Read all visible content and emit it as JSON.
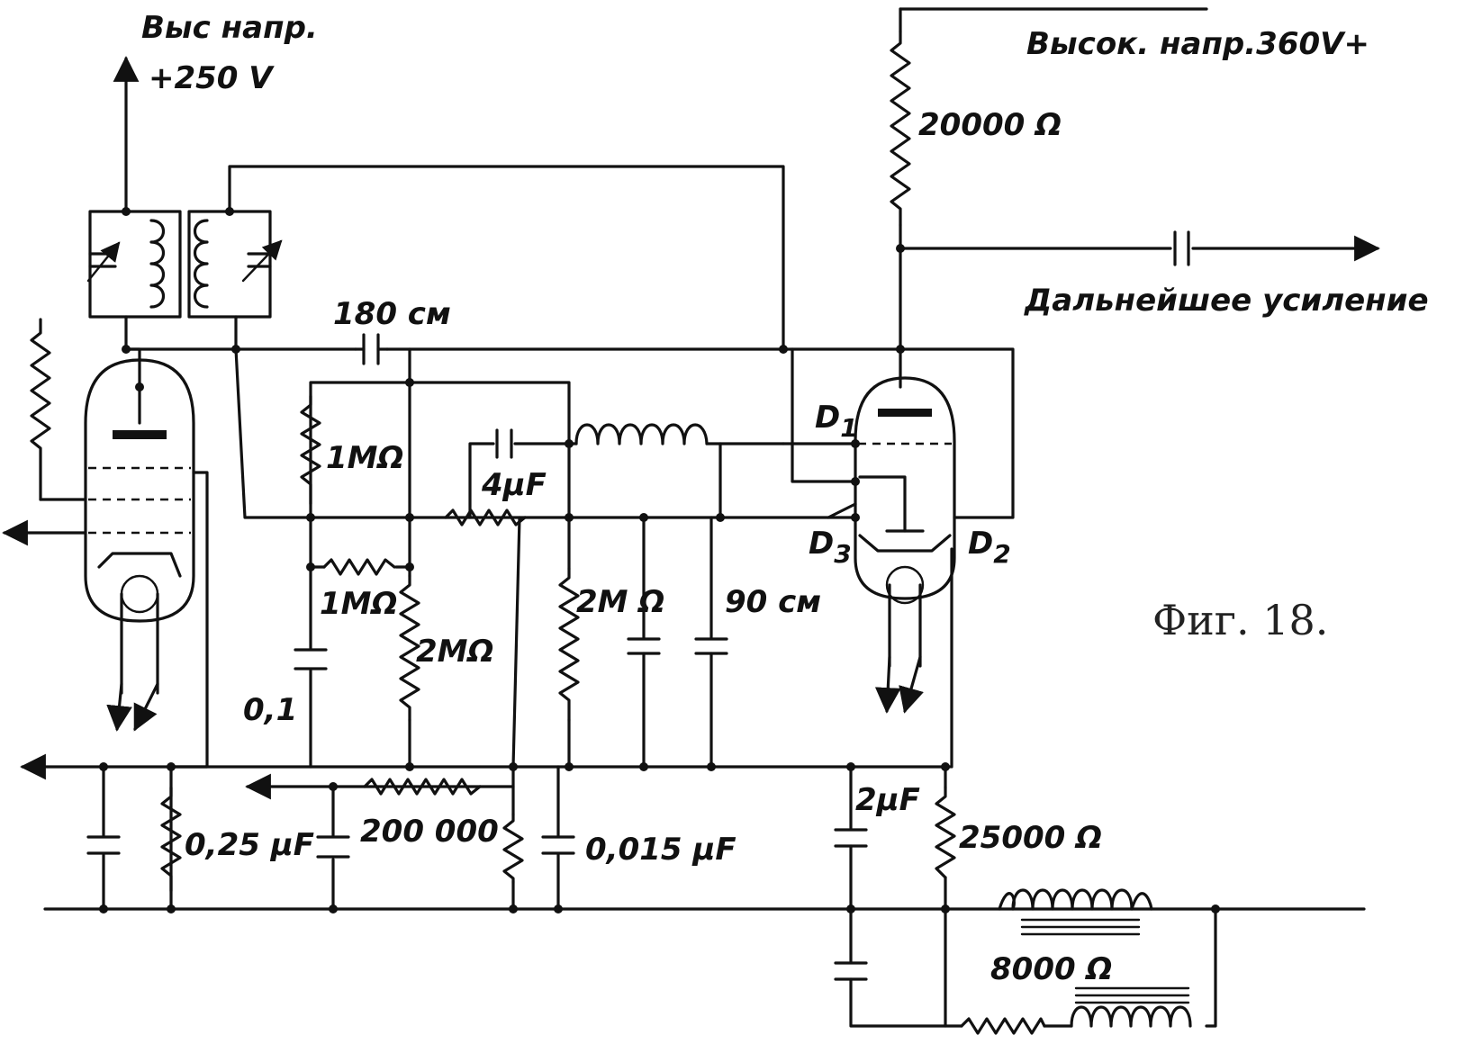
{
  "figure": {
    "caption": "Фиг. 18."
  },
  "labels": {
    "hv_left_line1": "Выс напр.",
    "hv_left_line2": "+250 V",
    "hv_right": "Высок. напр.360V+",
    "r_20000": "20000 Ω",
    "further_amp": "Дальнейшее усиление",
    "c_180": "180 см",
    "r_1m_top": "1MΩ",
    "c_4uf": "4μF",
    "d1": "D",
    "d1_sub": "1",
    "d2": "D",
    "d2_sub": "2",
    "d3": "D",
    "d3_sub": "3",
    "r_1m_mid": "1MΩ",
    "r_2m_left": "2MΩ",
    "r_2m_right": "2M Ω",
    "c_90": "90 см",
    "c_01": "0,1",
    "c_025": "0,25 μF",
    "r_200000": "200 000",
    "c_0015": "0,015 μF",
    "c_2uf": "2μF",
    "r_25000": "25000 Ω",
    "r_8000": "8000 Ω"
  }
}
